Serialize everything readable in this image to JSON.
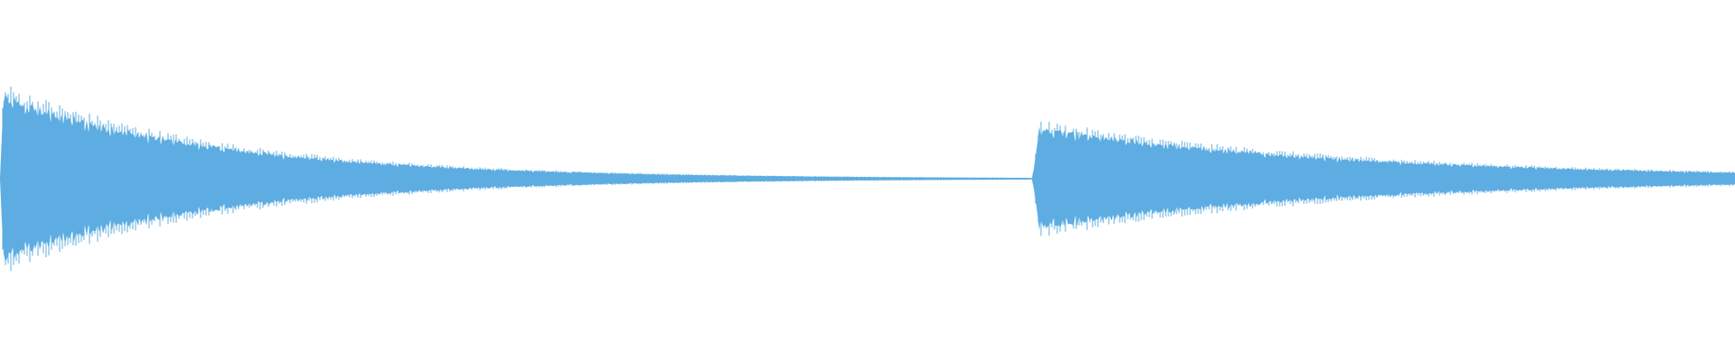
{
  "waveform": {
    "color": "#5DADE2",
    "background": "#ffffff",
    "channels": 1,
    "segments": [
      {
        "name": "first-note",
        "start_fraction": 0.0,
        "end_fraction": 0.592,
        "attack_fraction": 0.002,
        "peak_amplitude": 0.93,
        "end_amplitude": 0.01,
        "decay": "exponential"
      },
      {
        "name": "second-note",
        "start_fraction": 0.595,
        "end_fraction": 1.0,
        "attack_fraction": 0.004,
        "peak_amplitude": 0.57,
        "end_amplitude": 0.07,
        "decay": "exponential"
      }
    ]
  }
}
